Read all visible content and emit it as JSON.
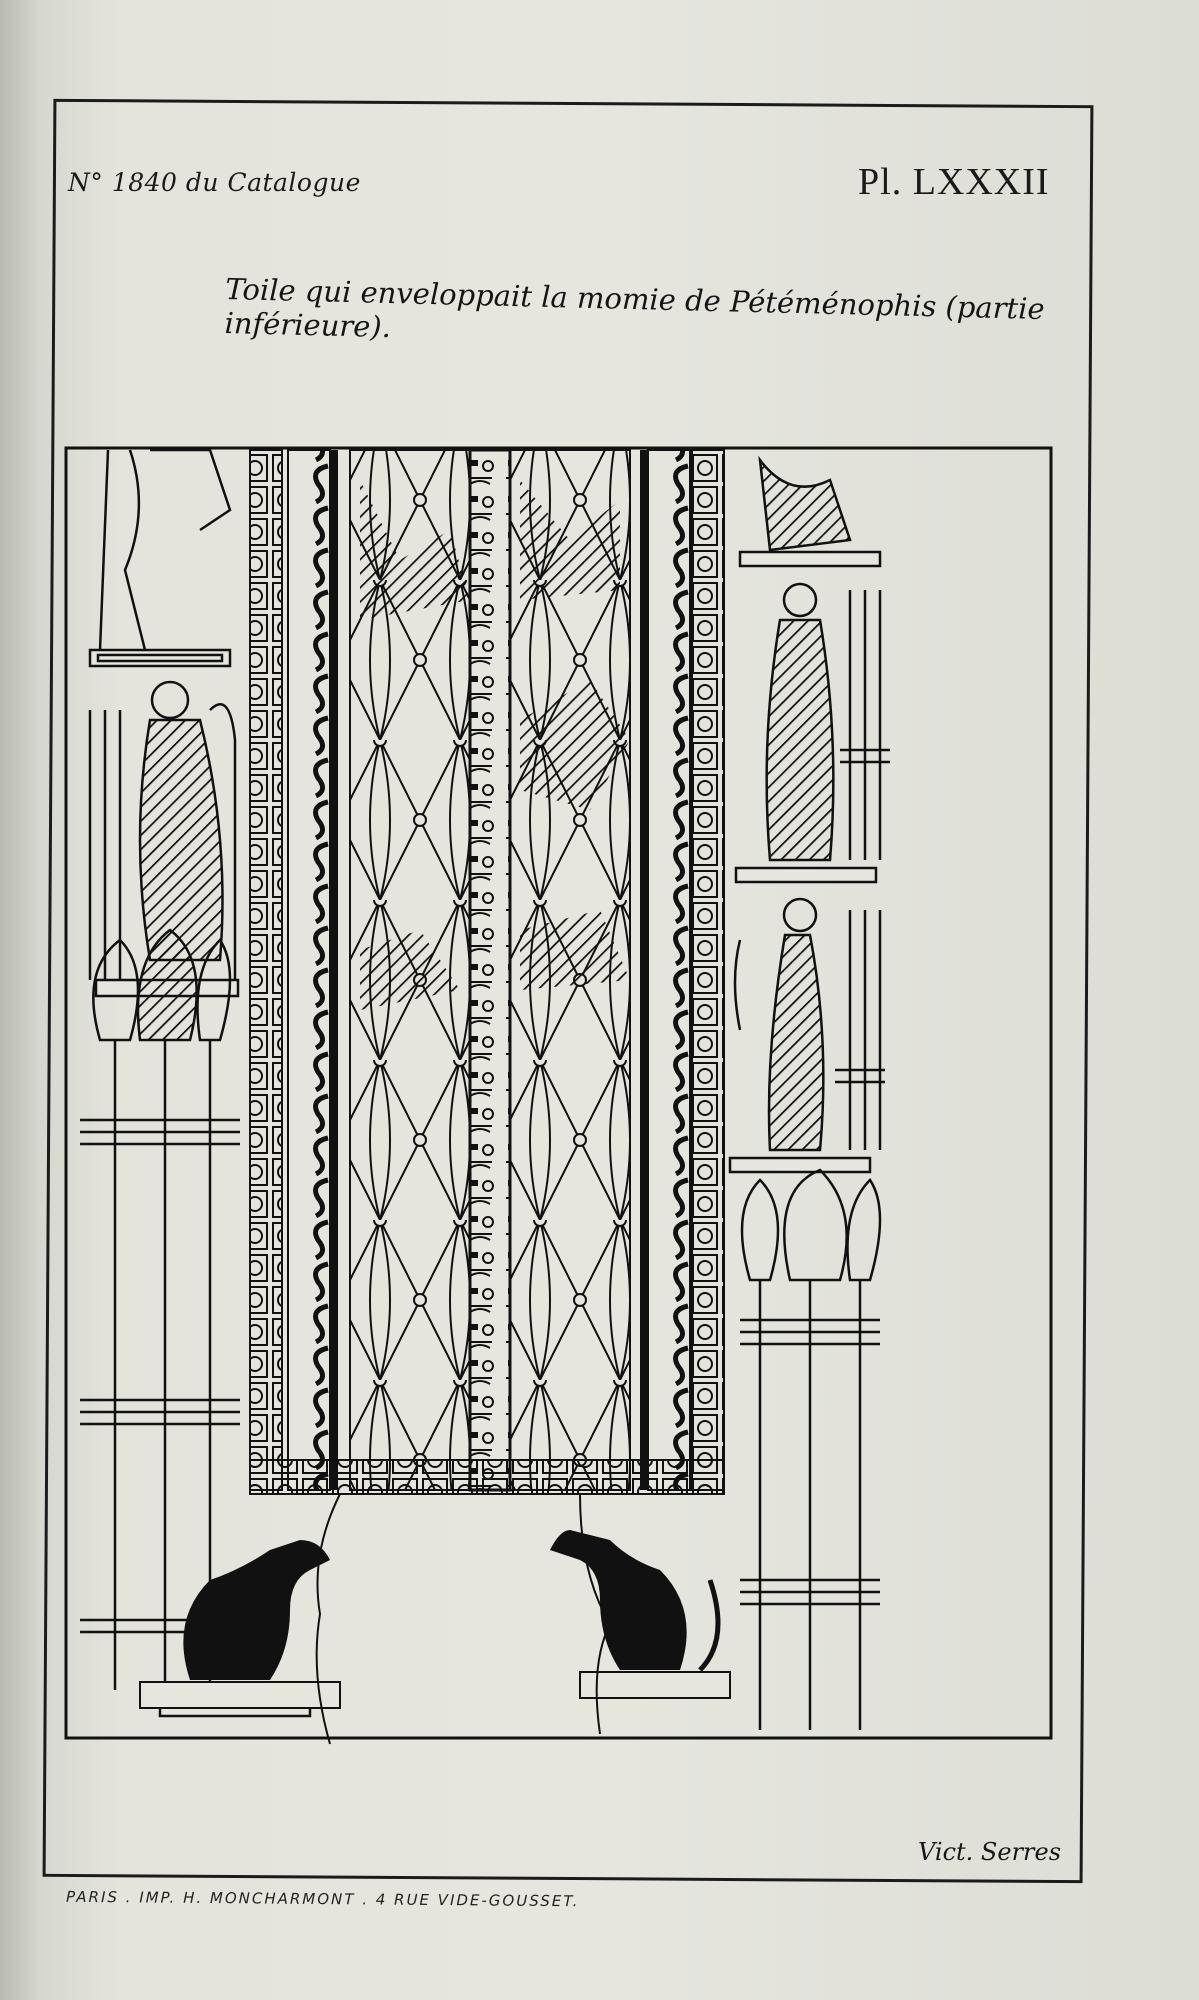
{
  "catalog_number": "N° 1840 du Catalogue",
  "plate_number": "Pl. LXXXII",
  "caption": "Toile qui enveloppait la momie de Pétéménophis (partie inférieure).",
  "artist_signature": "Vict. Serres",
  "printer_line": "PARIS . IMP. H. MONCHARMONT . 4 RUE VIDE-GOUSSET."
}
